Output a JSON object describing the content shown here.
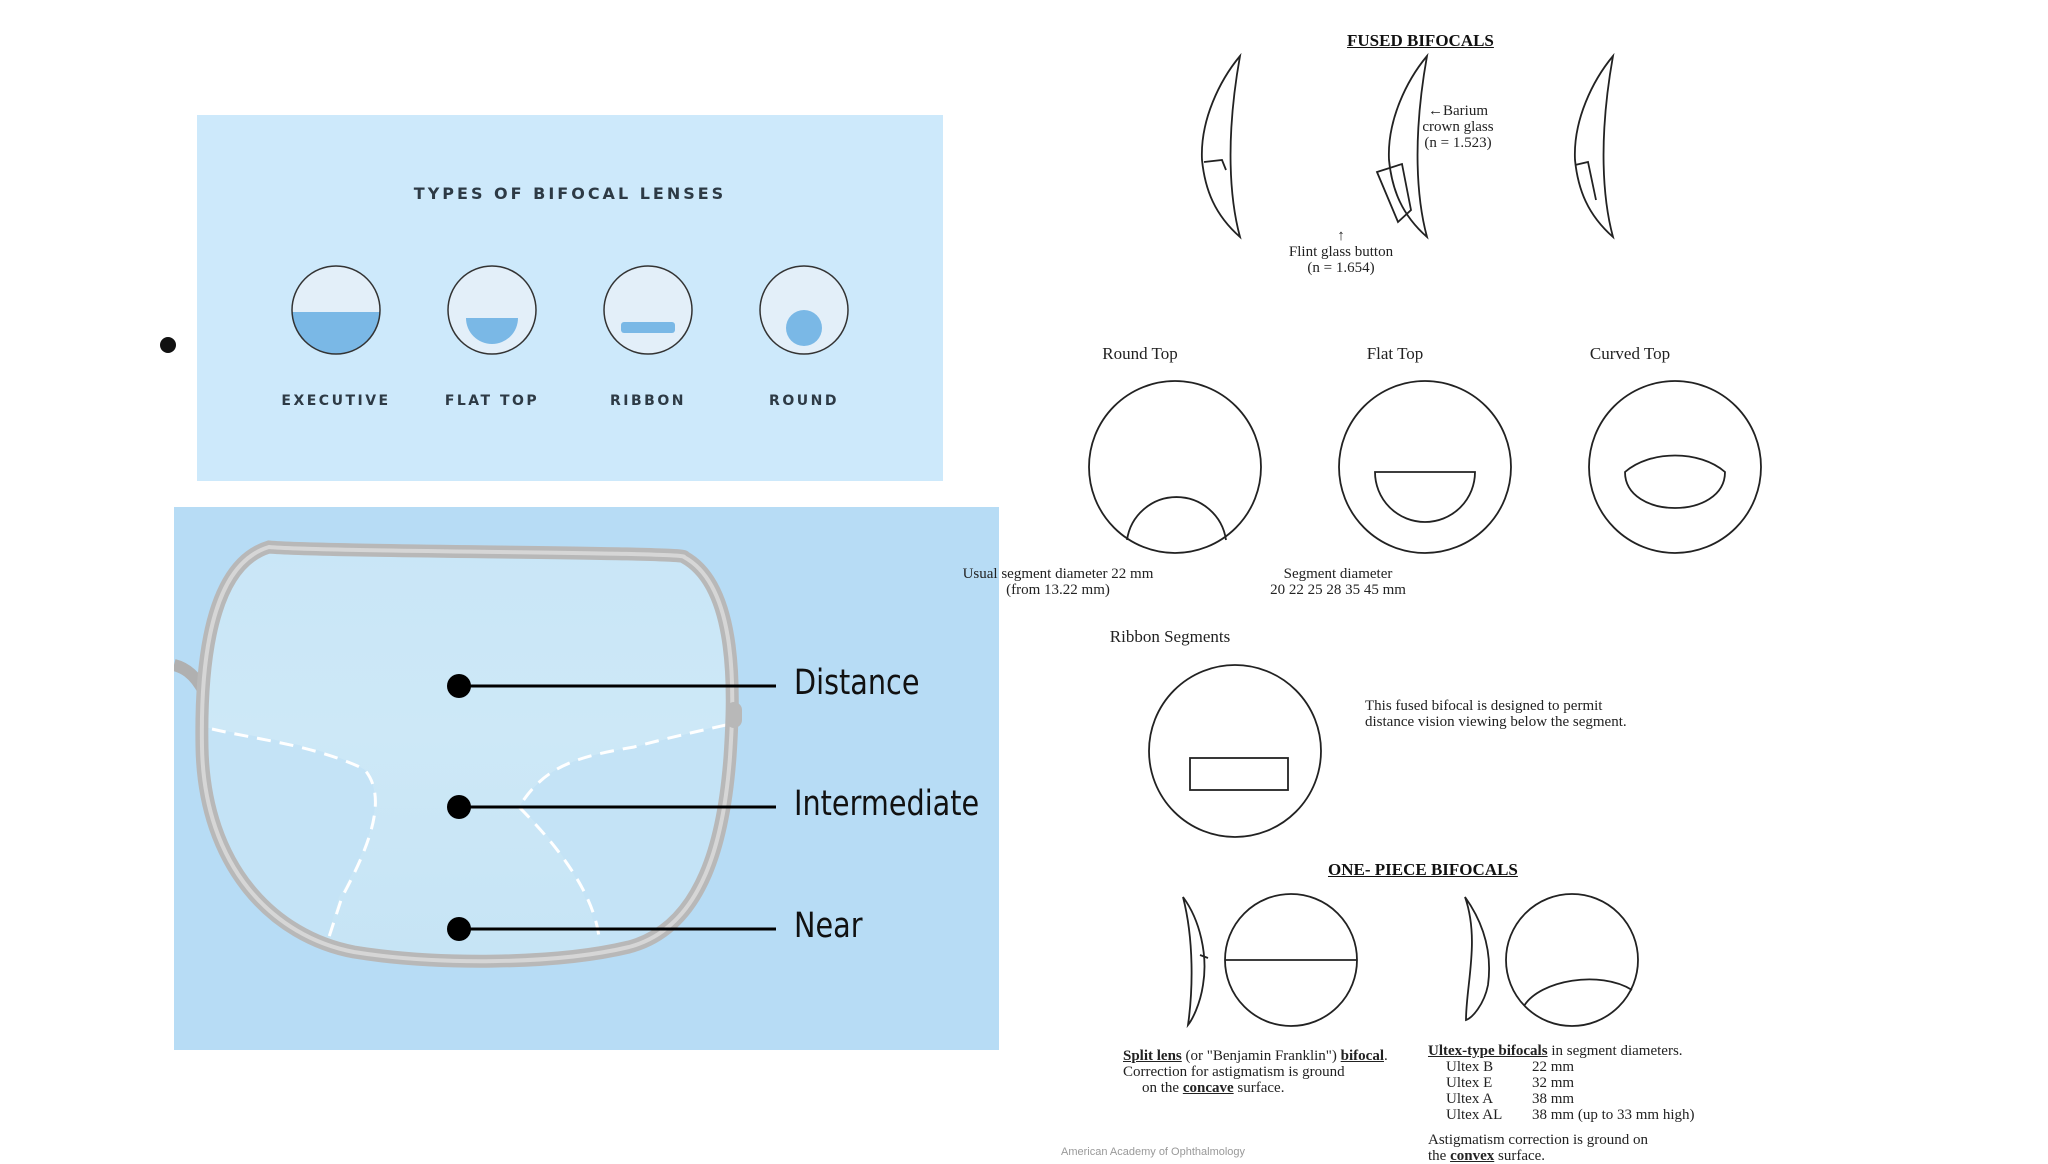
{
  "types_panel": {
    "title": "TYPES OF BIFOCAL LENSES",
    "lenses": [
      {
        "label": "EXECUTIVE"
      },
      {
        "label": "FLAT TOP"
      },
      {
        "label": "RIBBON"
      },
      {
        "label": "ROUND"
      }
    ],
    "colors": {
      "background": "#cde9fb",
      "lens": "#e3eff9",
      "segment": "#7ab8e6",
      "outline": "#333333"
    }
  },
  "progressive_panel": {
    "labels": {
      "distance": "Distance",
      "intermediate": "Intermediate",
      "near": "Near"
    },
    "colors": {
      "background": "#b7dcf5",
      "frame": "#b5b5b5",
      "near_zone": "#bfeedd"
    }
  },
  "fused": {
    "heading": "FUSED BIFOCALS",
    "barium": [
      "←Barium",
      "crown glass",
      "(n = 1.523)"
    ],
    "flint": [
      "↑",
      "Flint glass button",
      "(n = 1.654)"
    ]
  },
  "tops": {
    "round_top": "Round Top",
    "flat_top": "Flat Top",
    "curved_top": "Curved Top",
    "round_caption": [
      "Usual segment diameter 22 mm",
      "(from 13.22 mm)"
    ],
    "flat_caption": [
      "Segment diameter",
      "20  22  25  28  35  45 mm"
    ]
  },
  "ribbon": {
    "title": "Ribbon Segments",
    "description": [
      "This fused bifocal is designed to permit",
      "distance vision viewing below the segment."
    ]
  },
  "one_piece": {
    "heading": "ONE- PIECE BIFOCALS",
    "split": {
      "term1": "Split lens",
      "paren": " (or \"Benjamin Franklin\") ",
      "term2": "bifocal",
      "period": ".",
      "line2": "Correction for astigmatism is ground",
      "line3_pre": "on the ",
      "line3_term": "concave",
      "line3_post": " surface."
    },
    "ultex": {
      "term": "Ultex-type bifocals",
      "suffix": " in segment diameters.",
      "rows": [
        {
          "name": "Ultex B",
          "size": "22 mm"
        },
        {
          "name": "Ultex E",
          "size": "32 mm"
        },
        {
          "name": "Ultex A",
          "size": "38 mm"
        },
        {
          "name": "Ultex AL",
          "size": "38 mm (up to 33 mm high)"
        }
      ],
      "note1": "Astigmatism correction is ground on",
      "note2_pre": "the ",
      "note2_term": "convex",
      "note2_post": " surface."
    }
  },
  "credit": "American Academy of Ophthalmology"
}
